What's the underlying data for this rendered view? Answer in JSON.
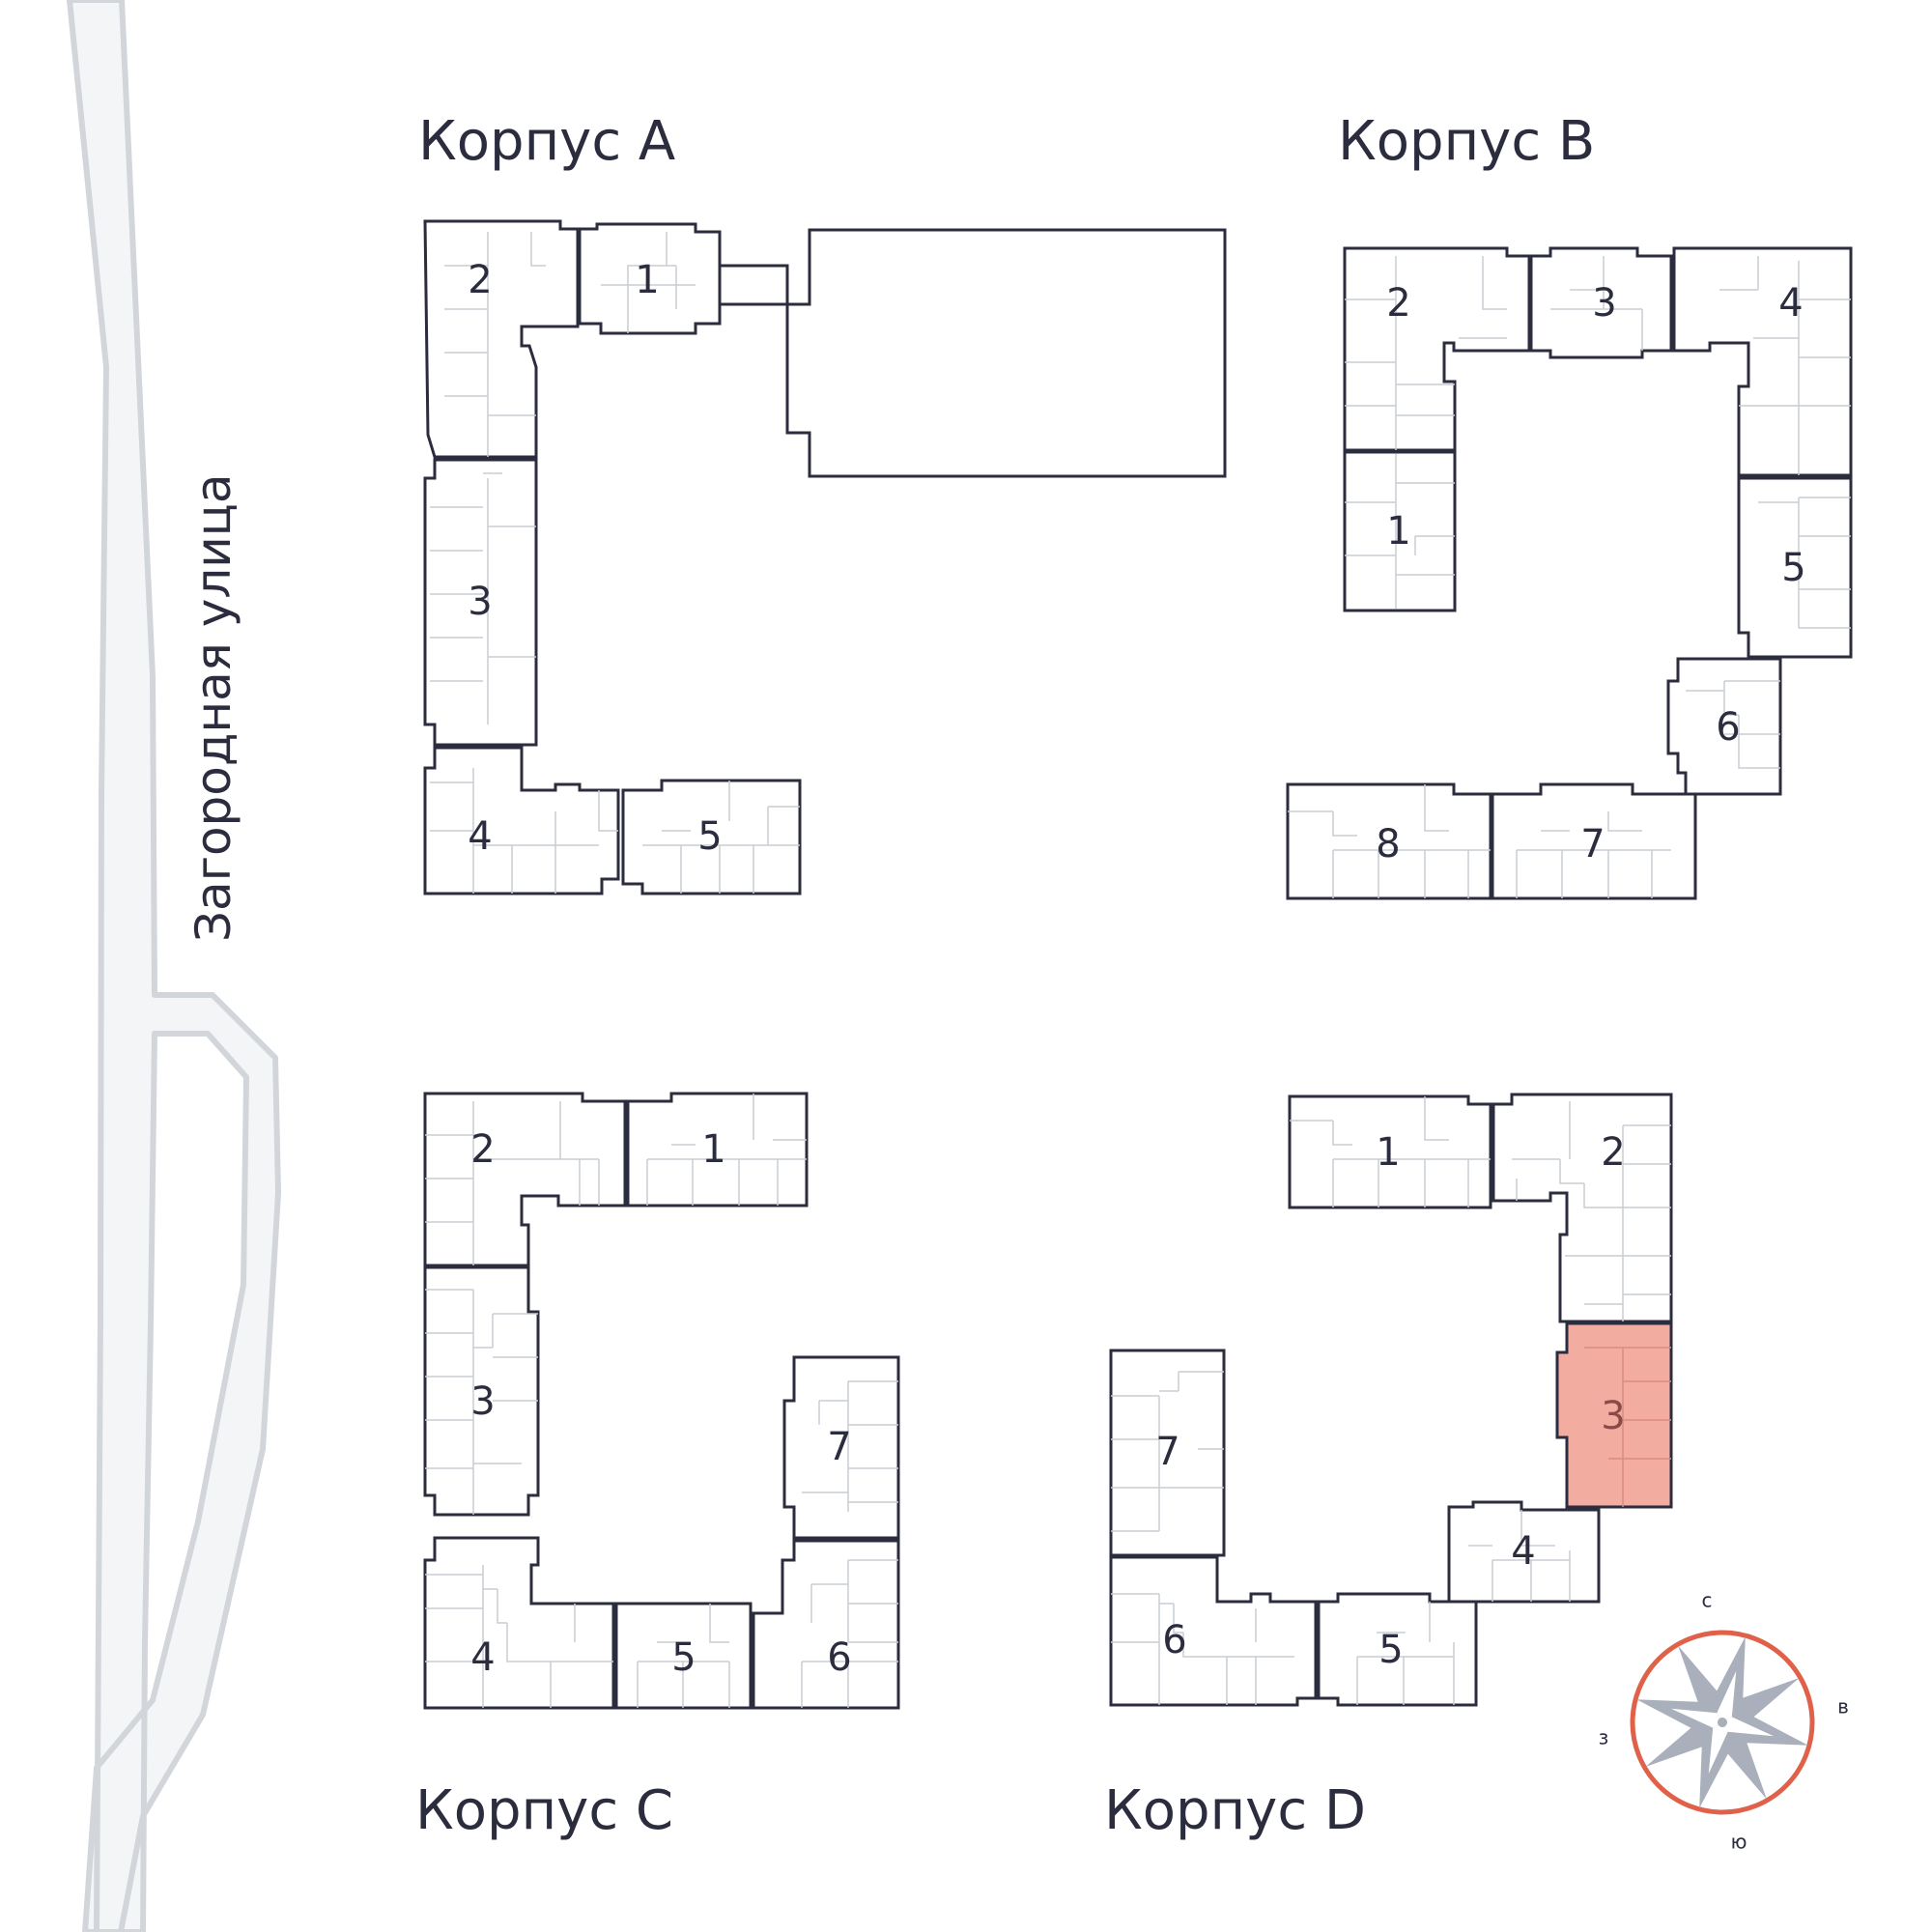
{
  "street": "Загородная улица",
  "buildings": {
    "a": {
      "title": "Корпус A",
      "sections": [
        "1",
        "2",
        "3",
        "4",
        "5"
      ]
    },
    "b": {
      "title": "Корпус B",
      "sections": [
        "1",
        "2",
        "3",
        "4",
        "5",
        "6",
        "7",
        "8"
      ]
    },
    "c": {
      "title": "Корпус C",
      "sections": [
        "1",
        "2",
        "3",
        "4",
        "5",
        "6",
        "7"
      ]
    },
    "d": {
      "title": "Корпус D",
      "sections": [
        "1",
        "2",
        "3",
        "4",
        "5",
        "6",
        "7"
      ]
    }
  },
  "highlight": {
    "building": "Корпус D",
    "section": "3",
    "color": "#f2ada0"
  },
  "compass": {
    "north": "с",
    "south": "ю",
    "east": "в",
    "west": "з",
    "ring_color": "#e0614a",
    "star_color": "#a9b0bb"
  },
  "colors": {
    "outline": "#2b2c3e",
    "road": "#f4f5f6"
  }
}
